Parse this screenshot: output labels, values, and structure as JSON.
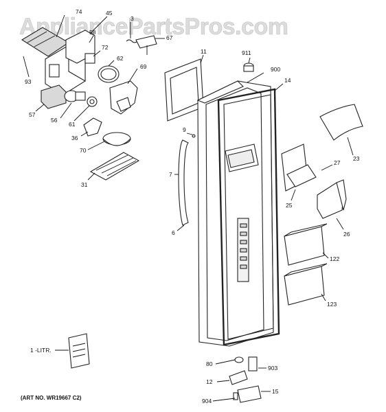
{
  "watermark": "AppliancePartsPros.com",
  "art_number": "(ART NO. WR19667 C2)",
  "callouts": {
    "c74": "74",
    "c45": "45",
    "c3": "3",
    "c58": "58",
    "c67": "67",
    "c72": "72",
    "c62": "62",
    "c69": "69",
    "c93": "93",
    "c57": "57",
    "c56": "56",
    "c61": "61",
    "c36": "36",
    "c70": "70",
    "c31": "31",
    "c11": "11",
    "c911": "911",
    "c900": "900",
    "c14": "14",
    "c9": "9",
    "c7": "7",
    "c6": "6",
    "c23": "23",
    "c27": "27",
    "c25": "25",
    "c26": "26",
    "c122": "122",
    "c123": "123",
    "c1": "1 -LITR.",
    "c80": "80",
    "c903": "903",
    "c12": "12",
    "c15": "15",
    "c904": "904"
  }
}
